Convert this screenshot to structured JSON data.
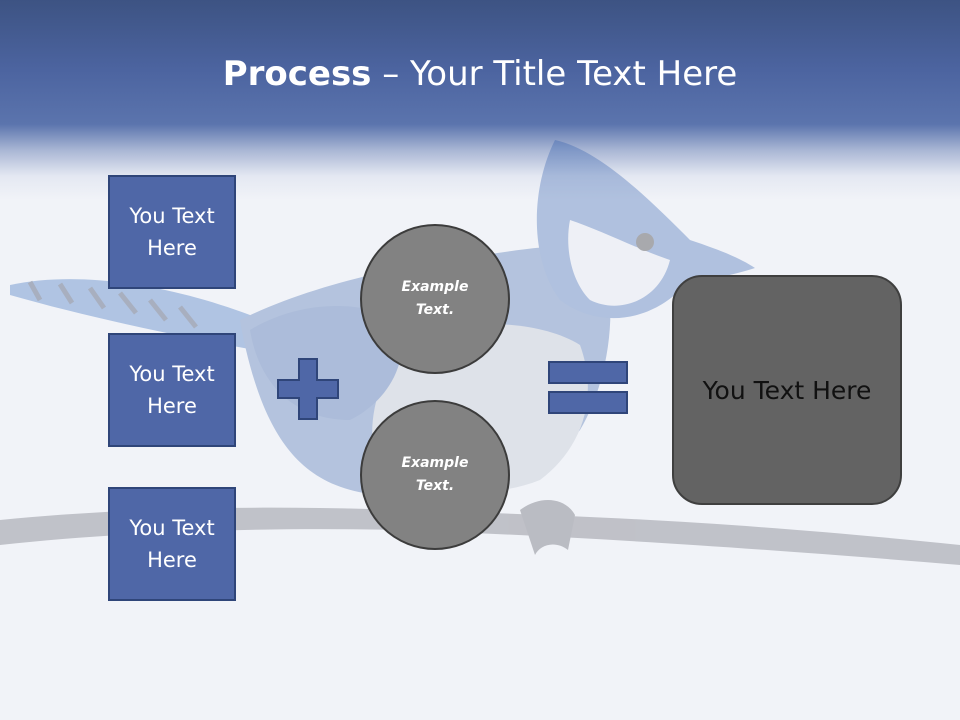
{
  "slide": {
    "title_bold": "Process",
    "title_rest": " – Your Title Text Here",
    "boxes": [
      "You Text Here",
      "You Text Here",
      "You Text Here"
    ],
    "circles": [
      "Example Text.",
      "Example Text."
    ],
    "result": "You Text Here"
  },
  "colors": {
    "header": "#4c64a0",
    "box_fill": "#4f67a7",
    "circle_fill": "#828282",
    "result_fill": "#636363"
  },
  "icons": {
    "plus": "plus-icon",
    "equals": "equals-icon",
    "background": "blue-jay-bird-image"
  }
}
